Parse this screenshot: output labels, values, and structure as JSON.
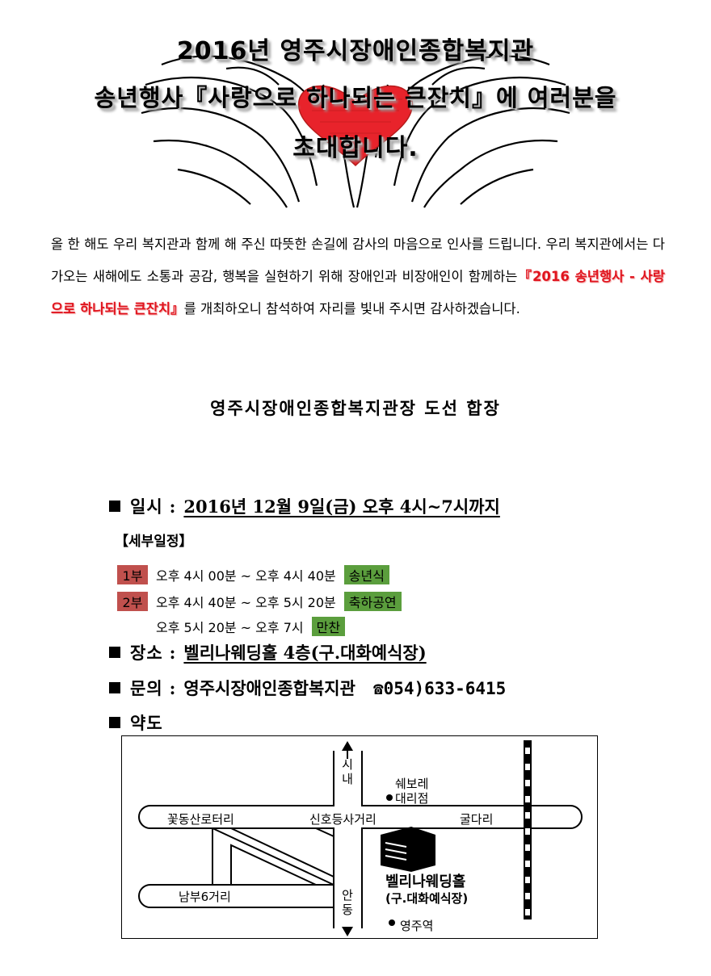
{
  "header": {
    "line1": "2016년 영주시장애인종합복지관",
    "line2": "송년행사『사랑으로 하나되는 큰잔치』에 여러분을",
    "line3": "초대합니다."
  },
  "intro": {
    "before": " 올 한 해도 우리 복지관과 함께 해 주신 따뜻한 손길에 감사의 마음으로 인사를 드립니다. 우리 복지관에서는 다가오는 새해에도 소통과 공감, 행복을 실현하기 위해 장애인과 비장애인이 함께하는",
    "highlight": "『2016 송년행사 - 사랑으로 하나되는 큰잔치』",
    "after": "를 개최하오니 참석하여 자리를 빛내 주시면 감사하겠습니다."
  },
  "signature": "영주시장애인종합복지관장 도선 합장",
  "details": {
    "date": {
      "label": "일시",
      "value": "2016년 12월 9일(금) 오후 4시~7시까지"
    },
    "schedule_title": "【세부일정】",
    "schedule": [
      {
        "part": "1부",
        "time": "오후 4시 00분 ~ 오후 4시 40분",
        "event": "송년식"
      },
      {
        "part": "2부",
        "time": "오후 4시 40분 ~ 오후 5시 20분",
        "event": "축하공연"
      },
      {
        "part": "",
        "time": "오후 5시 20분 ~ 오후 7시",
        "event": "만찬"
      }
    ],
    "place": {
      "label": "장소",
      "value": "벨리나웨딩홀 4층(구.대화예식장)"
    },
    "contact": {
      "label": "문의",
      "value": "영주시장애인종합복지관",
      "phone": "☎054)633-6415"
    },
    "map": {
      "label": "약도"
    }
  },
  "map": {
    "city_top": "시내",
    "andong": "안동",
    "chevrolet": "쉐보레",
    "dealer": "대리점",
    "left_junction": "꽃동산로터리",
    "center_junction": "신호등사거리",
    "right_place": "굴다리",
    "south_junction": "남부6거리",
    "hall_name": "벨리나웨딩홀",
    "hall_former": "(구.대화예식장)",
    "station": "영주역"
  },
  "colors": {
    "part_badge": "#c0504d",
    "event_badge": "#5b9e3d",
    "highlight_text": "#e0141e",
    "heart": "#e8232b"
  }
}
